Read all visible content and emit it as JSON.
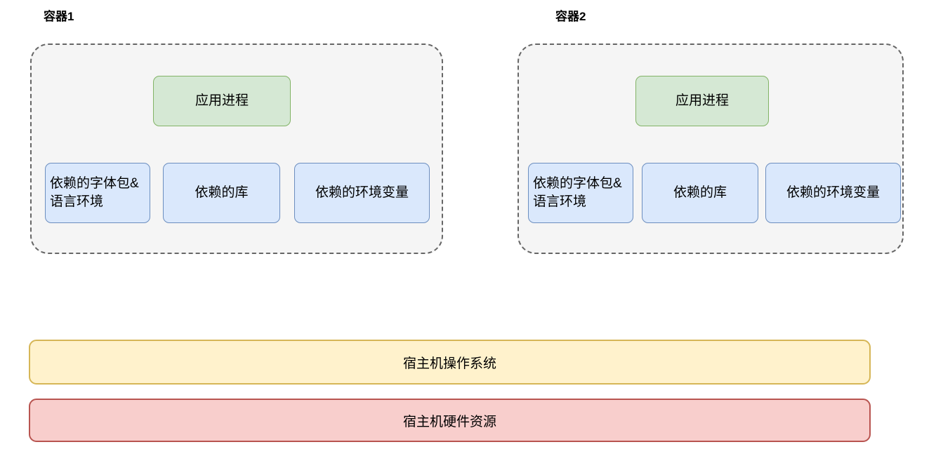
{
  "diagram": {
    "title_visible": false,
    "palette": {
      "container_fill": "#f5f5f5",
      "container_border": "#666666",
      "app_fill": "#d5e8d4",
      "app_border": "#82b366",
      "dep_fill": "#dae8fc",
      "dep_border": "#6c8ebf",
      "os_fill": "#fff2cc",
      "os_border": "#d6b656",
      "hw_fill": "#f8cecc",
      "hw_border": "#b85450",
      "text": "#000000",
      "page_background": "#ffffff"
    },
    "containers": [
      {
        "title": "容器1",
        "app_process": "应用进程",
        "dependencies": [
          "依赖的字体包&语言环境",
          "依赖的库",
          "依赖的环境变量"
        ]
      },
      {
        "title": "容器2",
        "app_process": "应用进程",
        "dependencies": [
          "依赖的字体包&语言环境",
          "依赖的库",
          "依赖的环境变量"
        ]
      }
    ],
    "host_layers": [
      {
        "label": "宿主机操作系统",
        "kind": "operating-system"
      },
      {
        "label": "宿主机硬件资源",
        "kind": "hardware-resources"
      }
    ]
  }
}
